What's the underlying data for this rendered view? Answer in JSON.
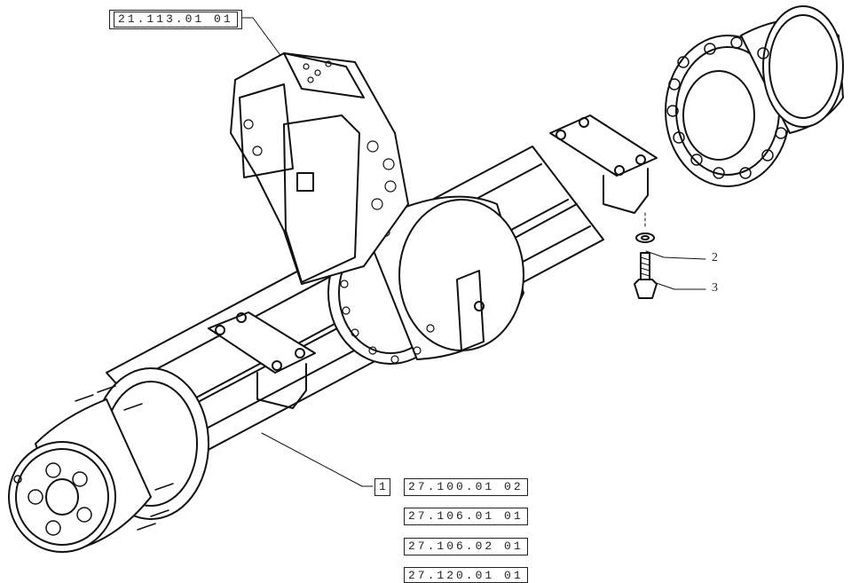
{
  "references": {
    "top_ref": "21.113.01 01",
    "item_number": "1",
    "list": [
      "27.100.01 02",
      "27.106.01 01",
      "27.106.02 01",
      "27.120.01 01"
    ]
  },
  "callouts": {
    "washer": "2",
    "bolt": "3"
  }
}
